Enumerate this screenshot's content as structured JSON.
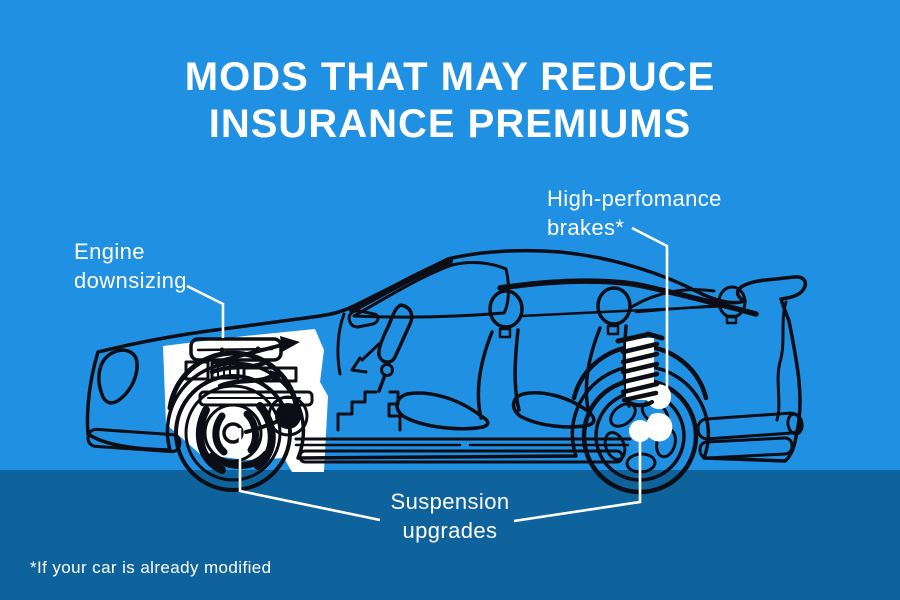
{
  "infographic": {
    "title_line1": "MODS THAT MAY REDUCE",
    "title_line2": "INSURANCE PREMIUMS",
    "labels": {
      "engine": "Engine\ndownsizing",
      "brakes": "High-perfomance\nbrakes*",
      "suspension": "Suspension\nupgrades"
    },
    "footnote": "*If your car is already modified",
    "colors": {
      "sky": "#2090E2",
      "ground": "#0F639D",
      "line_art": "#0D0D15",
      "highlight": "#FFFFFF",
      "text": "#FFFFFF"
    }
  }
}
